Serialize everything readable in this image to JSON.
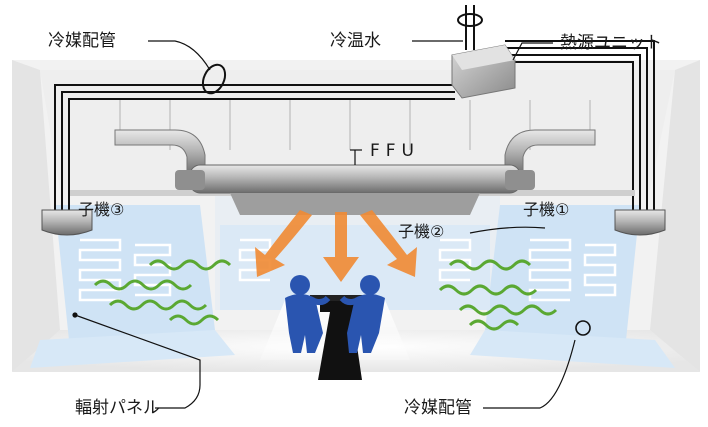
{
  "labels": {
    "refrigerant_pipe_top": "冷媒配管",
    "chilled_hot_water": "冷温水",
    "heat_source_unit": "熱源ユニット",
    "ffu": "FFU",
    "unit_3": "子機③",
    "unit_1": "子機①",
    "unit_2": "子機②",
    "radiant_panel": "輻射パネル",
    "refrigerant_pipe_bottom": "冷媒配管"
  },
  "colors": {
    "panel": "#cfe3f5",
    "flow_arrow": "#f08a33",
    "radiant_wave": "#5aa832",
    "worker": "#2a55b0",
    "pipe": "#111111"
  }
}
